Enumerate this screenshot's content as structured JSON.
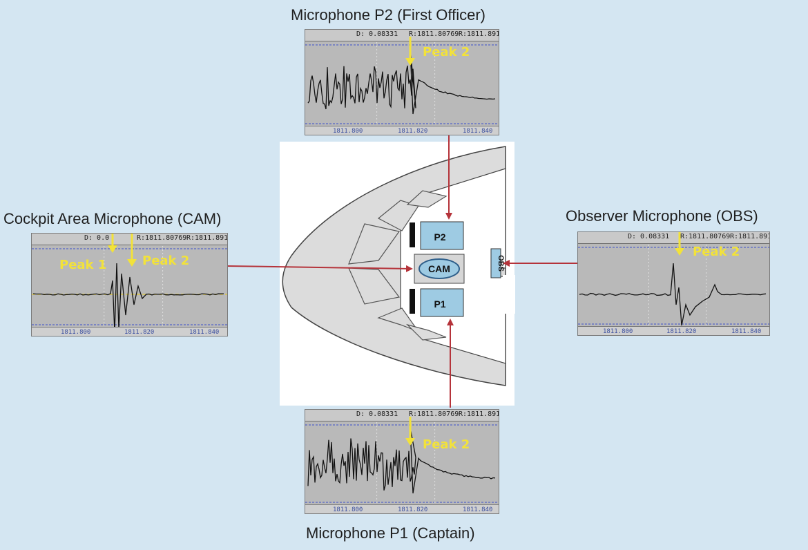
{
  "labels": {
    "p2": "Microphone P2 (First Officer)",
    "cam": "Cockpit Area Microphone (CAM)",
    "obs": "Observer Microphone (OBS)",
    "p1": "Microphone P1 (Captain)"
  },
  "cockpit": {
    "p2": "P2",
    "cam": "CAM",
    "p1": "P1",
    "obs": "OBS"
  },
  "panels": {
    "p2": {
      "header": [
        "D: 0.08331",
        "R:1811.80769",
        "R:1811.8910"
      ],
      "ticks": [
        "1811.800",
        "1811.820",
        "1811.840"
      ],
      "peaks": [
        "Peak 2"
      ]
    },
    "cam": {
      "header": [
        "D: 0.0",
        "R:1811.80769",
        "R:1811.8910"
      ],
      "ticks": [
        "1811.800",
        "1811.820",
        "1811.840"
      ],
      "peaks": [
        "Peak 1",
        "Peak 2"
      ]
    },
    "obs": {
      "header": [
        "D: 0.08331",
        "R:1811.80769",
        "R:1811.8910"
      ],
      "ticks": [
        "1811.800",
        "1811.820",
        "1811.840"
      ],
      "peaks": [
        "Peak 2"
      ]
    },
    "p1": {
      "header": [
        "D: 0.08331",
        "R:1811.80769",
        "R:1811.8910"
      ],
      "ticks": [
        "1811.800",
        "1811.820",
        "1811.840"
      ],
      "peaks": [
        "Peak 2"
      ]
    }
  },
  "colors": {
    "background": "#d4e6f2",
    "arrow": "#b5333a",
    "peak": "#f2e23a",
    "mic_box": "#9ecbe3"
  }
}
